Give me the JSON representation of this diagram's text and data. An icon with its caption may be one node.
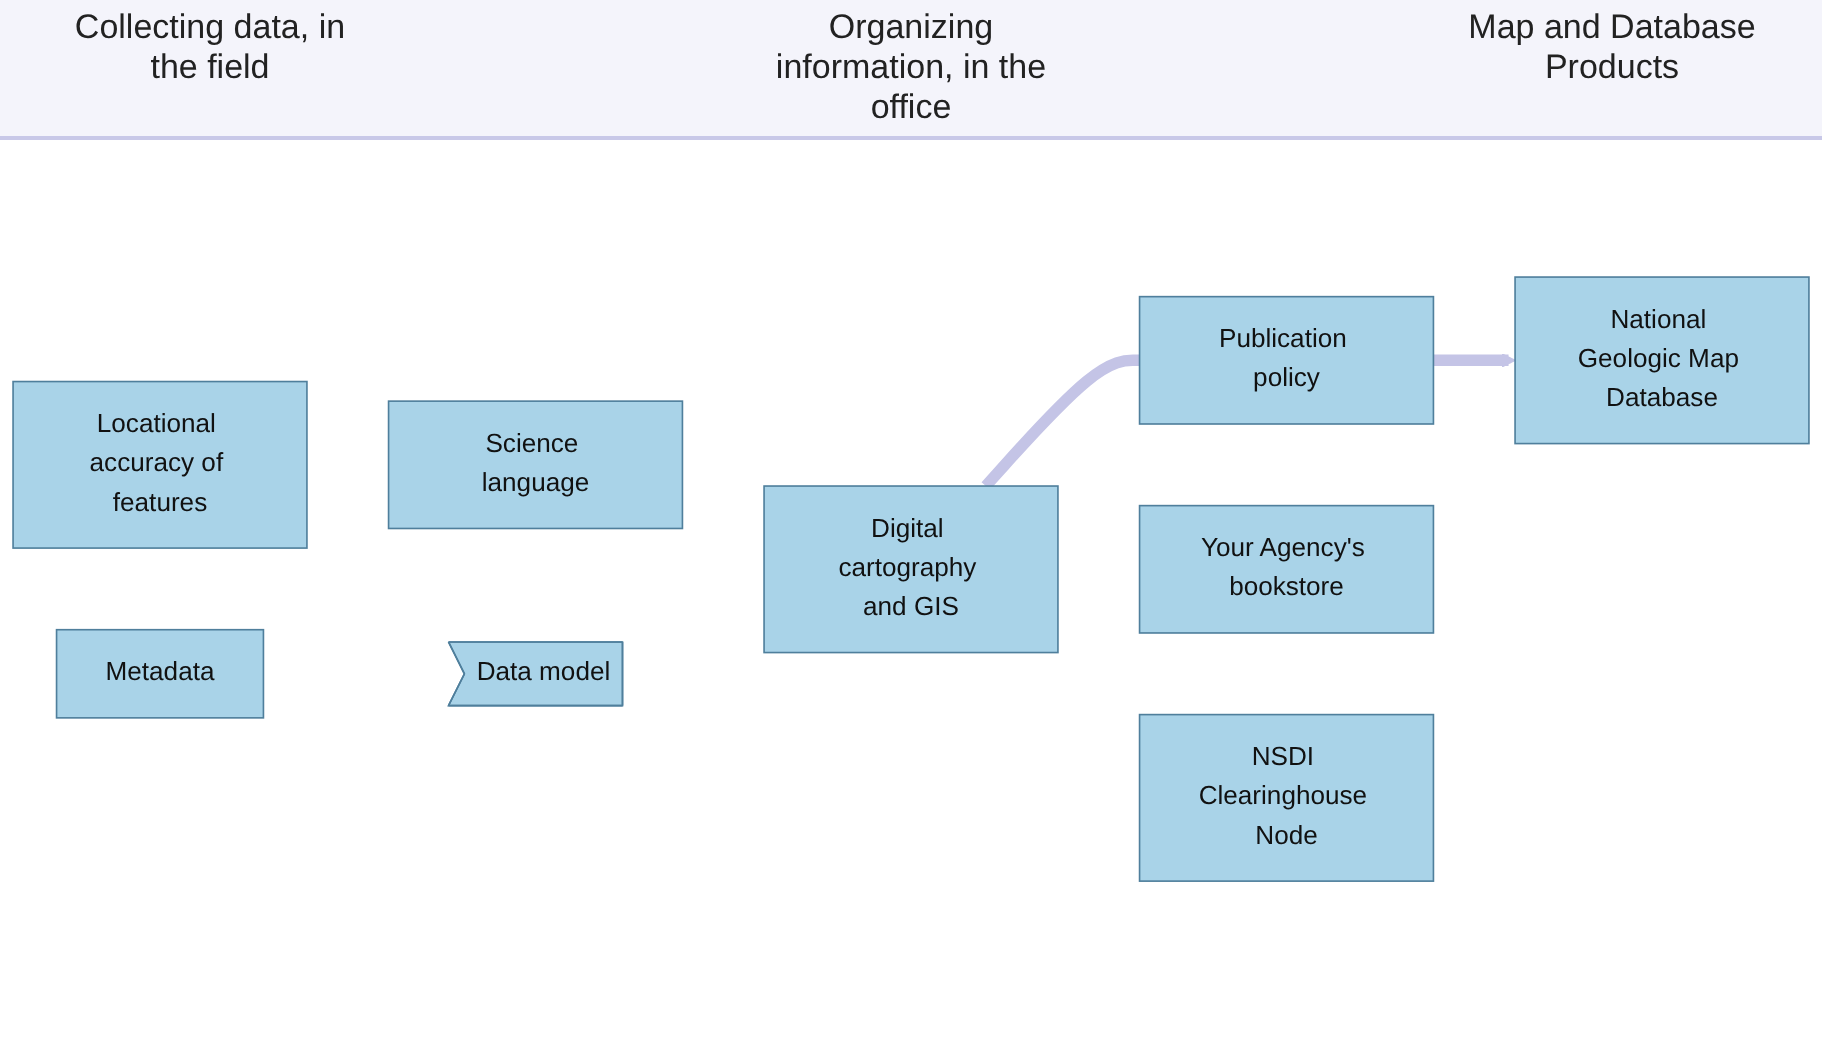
{
  "diagram": {
    "nodes": [
      {
        "text": [
          "Locational accuracy of features"
        ]
      },
      {
        "text": [
          "Science language"
        ]
      },
      {
        "text": [
          "Data model"
        ]
      },
      {
        "text": [
          "Metadata"
        ]
      },
      {
        "text": [
          "Digital cartography and GIS"
        ]
      },
      {
        "text": [
          "Publication policy"
        ]
      },
      {
        "text": [
          "Your Agency's bookstore"
        ]
      },
      {
        "text": [
          "National Geologic Map Database"
        ]
      },
      {
        "text": [
          "NSDI Clearinghouse Node"
        ]
      }
    ],
    "edges": [
      {
        "from": 4,
        "to": 5,
        "arrow": "none"
      },
      {
        "from": 5,
        "to": 7,
        "arrow": "to"
      }
    ],
    "labels": [
      "Collecting data, in the field",
      "Organizing information, in the office",
      "Map and Database Products"
    ]
  }
}
